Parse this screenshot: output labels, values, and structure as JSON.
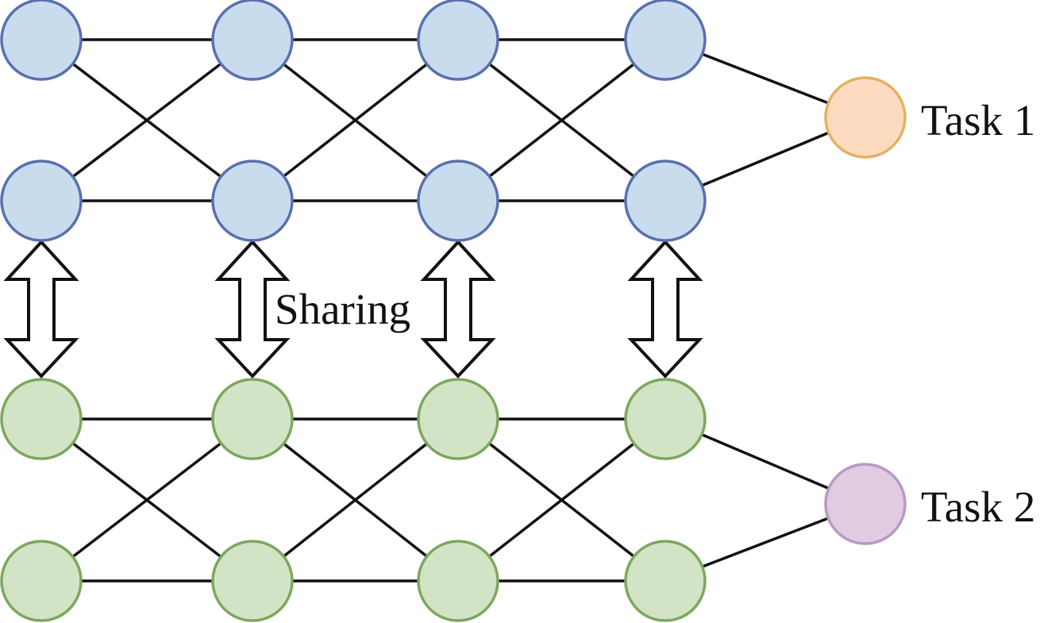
{
  "diagram": {
    "title": "Hard parameter sharing multi-task network",
    "sharing_label": "Sharing",
    "colors": {
      "task1_net_fill": "#C8DCEE",
      "task1_net_stroke": "#5A70AE",
      "task2_net_fill": "#D3E4C6",
      "task2_net_stroke": "#7DA75E",
      "task1_out_fill": "#FCDABF",
      "task1_out_stroke": "#E2B262",
      "task2_out_fill": "#E0CBE0",
      "task2_out_stroke": "#BA98C6",
      "edge": "#111111"
    },
    "networks": [
      {
        "name": "task1-network",
        "layers": 4,
        "nodes_per_layer": 2,
        "connectivity": "fully-connected",
        "output": {
          "label": "Task 1"
        }
      },
      {
        "name": "task2-network",
        "layers": 4,
        "nodes_per_layer": 2,
        "connectivity": "fully-connected",
        "output": {
          "label": "Task 2"
        }
      }
    ],
    "sharing_links": 4
  }
}
